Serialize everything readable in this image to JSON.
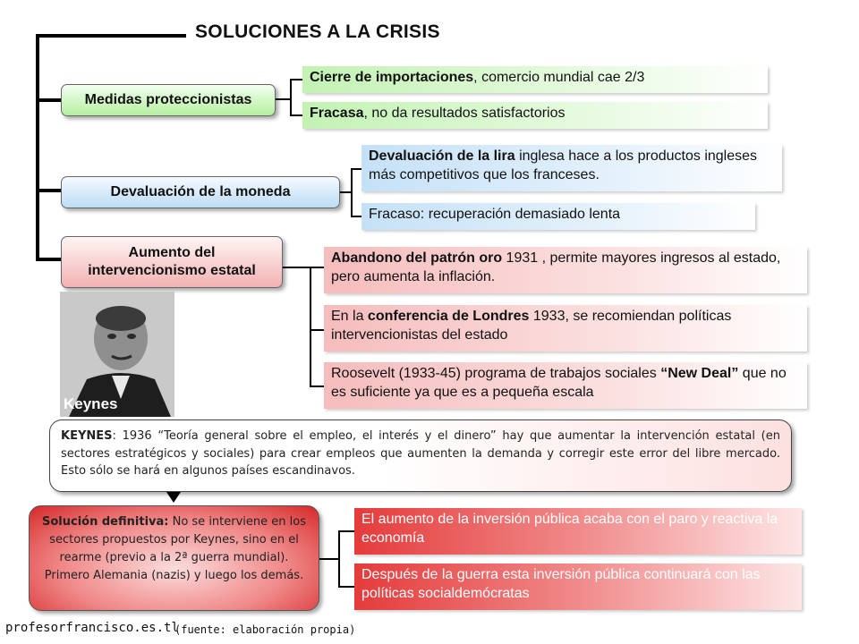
{
  "title": "SOLUCIONES A LA CRISIS",
  "nodes": {
    "proteccionistas": "Medidas proteccionistas",
    "devaluacion": "Devaluación de la moneda",
    "intervencionismo": "Aumento del intervencionismo estatal"
  },
  "proteccionistas_items": [
    {
      "bold": "Cierre de importaciones",
      "text": ", comercio mundial cae 2/3"
    },
    {
      "bold": "Fracasa",
      "text": ", no da resultados satisfactorios"
    }
  ],
  "devaluacion_items": [
    {
      "bold": "Devaluación de la lira",
      "text": " inglesa hace a los productos ingleses más competitivos que los franceses."
    },
    {
      "bold": "",
      "text": "Fracaso: recuperación demasiado lenta"
    }
  ],
  "intervencionismo_items": [
    {
      "pre": "",
      "bold": "Abandono del patrón oro",
      "text": " 1931 , permite mayores ingresos al estado, pero aumenta la inflación."
    },
    {
      "pre": "En la ",
      "bold": "conferencia de Londres",
      "text": " 1933, se recomiendan políticas intervencionistas del estado"
    },
    {
      "pre": "Roosevelt (1933-45) programa de trabajos sociales ",
      "bold": "“New Deal”",
      "text": " que no es suficiente ya que es a pequeña escala"
    }
  ],
  "photo_caption": "Keynes",
  "keynes_box": {
    "bold": "KEYNES",
    "text": ": 1936 “Teoría general sobre el empleo, el interés y el dinero” hay que aumentar la intervención estatal (en sectores estratégicos y sociales) para crear empleos que aumenten la demanda y corregir este error del libre mercado. Esto sólo se hará en algunos países escandinavos."
  },
  "solution_box": {
    "bold": "Solución definitiva:",
    "text": " No se interviene en los sectores propuestos por Keynes, sino en el rearme (previo a la 2ª guerra mundial). Primero Alemania (nazis) y luego los demás."
  },
  "solution_items": [
    "El aumento de la inversión pública acaba con el paro y reactiva la economía",
    "Después de la guerra esta inversión pública continuará con las políticas socialdemócratas"
  ],
  "footer": {
    "site": "profesorfrancisco.es.tl",
    "source": "(fuente: elaboración propia)"
  },
  "colors": {
    "green": "#b5ef9f",
    "blue": "#bcdcf5",
    "red": "#f2b2b2",
    "deep_red": "#e53b3b"
  }
}
